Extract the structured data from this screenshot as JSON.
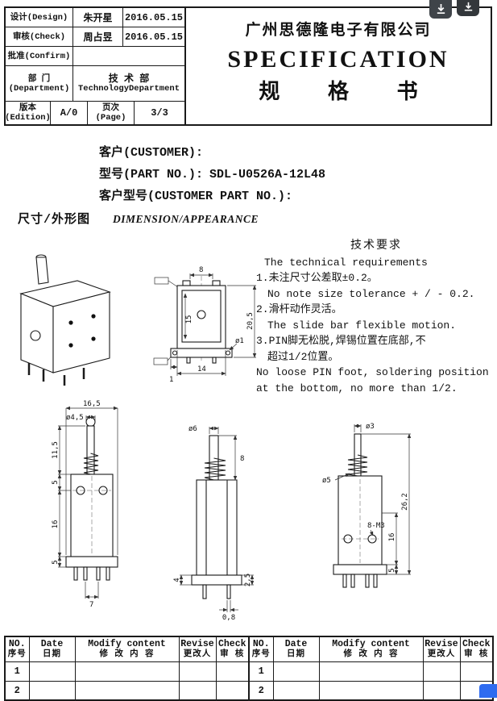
{
  "header": {
    "design_label": "设计(Design)",
    "design_name": "朱开星",
    "design_date": "2016.05.15",
    "check_label": "审核(Check)",
    "check_name": "周占昱",
    "check_date": "2016.05.15",
    "confirm_label": "批准(Confirm)",
    "dept_label_cn": "部  门",
    "dept_label_en": "(Department)",
    "dept_value_cn": "技 术 部",
    "dept_value_en": "TechnologyDepartment",
    "edition_label_cn": "版本",
    "edition_label_en": "(Edition)",
    "edition_value": "A/0",
    "page_label_cn": "页次",
    "page_label_en": "(Page)",
    "page_value": "3/3",
    "company": "广州思德隆电子有限公司",
    "spec_title_en": "SPECIFICATION",
    "spec_title_cn": "规 格 书"
  },
  "info": {
    "customer_label": "客户(CUSTOMER):",
    "part_no_label": "型号(PART NO.):",
    "part_no_value": "SDL-U0526A-12L48",
    "customer_part_label": "客户型号(CUSTOMER PART NO.):",
    "section_cn": "尺寸/外形图",
    "section_en": "DIMENSION/APPEARANCE"
  },
  "requirements": {
    "title_cn": "技术要求",
    "title_en": "The technical requirements",
    "lines": [
      "1.未注尺寸公差取±0.2。",
      "No note size tolerance + / - 0.2.",
      "2.滑杆动作灵活。",
      "The slide bar flexible motion.",
      "3.PIN脚无松脱,焊锡位置在底部,不",
      "超过1/2位置。",
      "No loose PIN foot, soldering position",
      "at the bottom, no more than 1/2."
    ]
  },
  "dims": {
    "top_view": {
      "w8": "8",
      "h15": "15",
      "h20_5": "20,5",
      "w14": "14",
      "w1": "1",
      "d1": "ø1"
    },
    "front_view": {
      "w16_5": "16,5",
      "d4_5": "ø4,5",
      "h11_5": "11,5",
      "h5a": "5",
      "h16": "16",
      "h5b": "5",
      "w7": "7"
    },
    "side_view": {
      "d6": "ø6",
      "h8": "8",
      "b4": "4",
      "b2_5": "2,5",
      "b0_8": "0,8"
    },
    "rear_view": {
      "d3": "ø3",
      "d5": "ø5",
      "h26_2": "26,2",
      "h16": "16",
      "m3": "8-M3",
      "h5": "5"
    }
  },
  "revision_table": {
    "headers": [
      {
        "en": "NO.",
        "cn": "序号"
      },
      {
        "en": "Date",
        "cn": "日期"
      },
      {
        "en": "Modify content",
        "cn": "修 改 内 容"
      },
      {
        "en": "Revise",
        "cn": "更改人"
      },
      {
        "en": "Check",
        "cn": "审 核"
      }
    ],
    "rows": [
      "1",
      "2"
    ]
  },
  "overlay": {
    "accent_blue": "#2e6bf0",
    "icon_bg": "#3f4449"
  }
}
